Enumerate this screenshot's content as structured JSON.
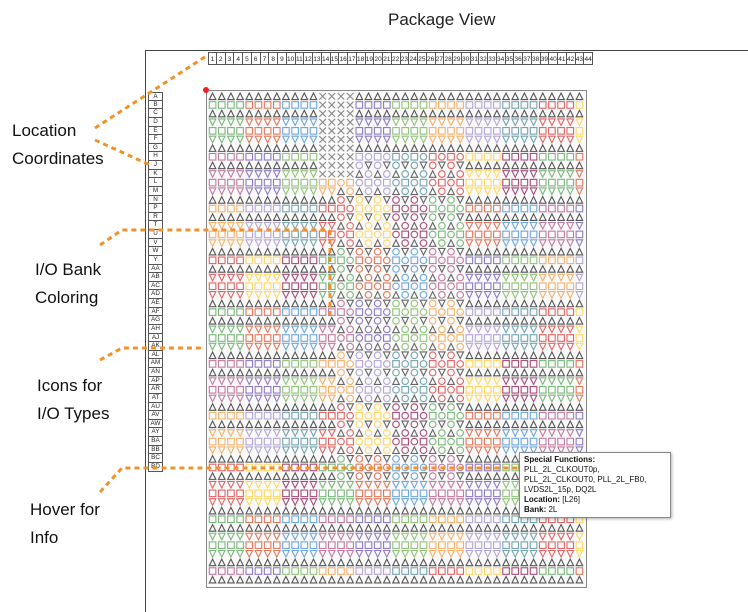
{
  "title": "Package View",
  "columns": [
    "1",
    "2",
    "3",
    "4",
    "5",
    "6",
    "7",
    "8",
    "9",
    "10",
    "11",
    "12",
    "13",
    "14",
    "15",
    "16",
    "17",
    "18",
    "19",
    "20",
    "21",
    "22",
    "23",
    "24",
    "25",
    "26",
    "27",
    "28",
    "29",
    "30",
    "31",
    "32",
    "33",
    "34",
    "35",
    "36",
    "37",
    "38",
    "39",
    "40",
    "41",
    "42",
    "43",
    "44"
  ],
  "rows": [
    "A",
    "B",
    "C",
    "D",
    "E",
    "F",
    "G",
    "H",
    "J",
    "K",
    "L",
    "M",
    "N",
    "P",
    "R",
    "T",
    "U",
    "V",
    "W",
    "Y",
    "AA",
    "AB",
    "AC",
    "AD",
    "AE",
    "AF",
    "AG",
    "AH",
    "AJ",
    "AK",
    "AL",
    "AM",
    "AN",
    "AP",
    "AR",
    "AT",
    "AU",
    "AV",
    "AW",
    "AY",
    "BA",
    "BB",
    "BC",
    "BD"
  ],
  "annotations": [
    {
      "line1": "Location",
      "line2": "Coordinates"
    },
    {
      "line1": "I/O Bank",
      "line2": "Coloring"
    },
    {
      "line1": "Icons for",
      "line2": "I/O Types"
    },
    {
      "line1": "Hover for",
      "line2": "Info"
    }
  ],
  "tooltip": {
    "special_label": "Special Functions:",
    "special_lines": [
      "PLL_2L_CLKOUT0p,",
      "PLL_2L_CLKOUT0, PLL_2L_FB0,",
      "LVDS2L_15p, DQ2L"
    ],
    "location_label": "Location:",
    "location_value": "[L26]",
    "bank_label": "Bank:",
    "bank_value": "2L"
  },
  "colors": {
    "annotation_line": "#f0922b",
    "marker": "#ee2222",
    "pin_outline": "#444444"
  }
}
